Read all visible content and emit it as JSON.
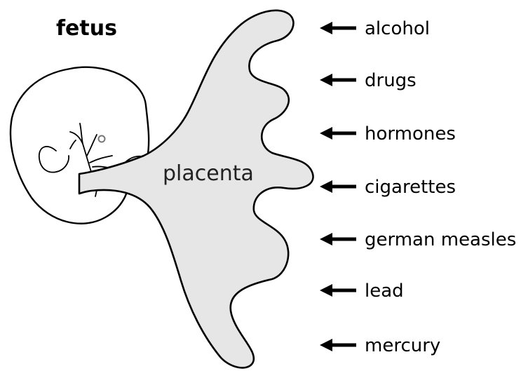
{
  "diagram": {
    "fetus_label": "fetus",
    "placenta_label": "placenta",
    "agents": [
      {
        "label": "alcohol",
        "icon": "arrow-left-icon"
      },
      {
        "label": "drugs",
        "icon": "arrow-left-icon"
      },
      {
        "label": "hormones",
        "icon": "arrow-left-icon"
      },
      {
        "label": "cigarettes",
        "icon": "arrow-left-icon"
      },
      {
        "label": "german measles",
        "icon": "arrow-left-icon"
      },
      {
        "label": "lead",
        "icon": "arrow-left-icon"
      },
      {
        "label": "mercury",
        "icon": "arrow-left-icon"
      }
    ]
  },
  "colors": {
    "placenta_fill": "#e6e6e6",
    "ink": "#000000",
    "background": "#ffffff"
  }
}
